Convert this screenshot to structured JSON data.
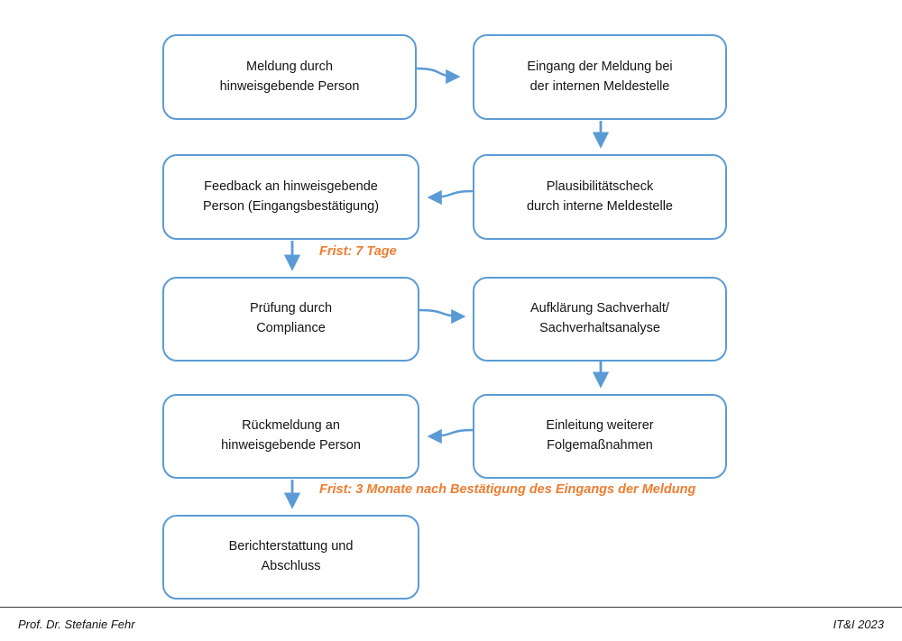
{
  "colors": {
    "box_border": "#5B9BD5",
    "arrow": "#5B9BD5",
    "annotation_orange": "#ED7D31",
    "text": "#141414"
  },
  "boxes": [
    {
      "name": "meldung",
      "text": "Meldung durch\nhinweisgebende Person"
    },
    {
      "name": "eingang",
      "text": "Eingang der Meldung bei\nder internen Meldestelle"
    },
    {
      "name": "feedback",
      "text": "Feedback an hinweisgebende\nPerson (Eingangsbestätigung)"
    },
    {
      "name": "plausibilitaetscheck",
      "text": "Plausibilitätscheck\ndurch interne Meldestelle"
    },
    {
      "name": "pruefung",
      "text": "Prüfung durch\nCompliance"
    },
    {
      "name": "aufklaerung",
      "text": "Aufklärung Sachverhalt/\nSachverhaltsanalyse"
    },
    {
      "name": "rueckmeldung",
      "text": "Rückmeldung an\nhinweisgebende Person"
    },
    {
      "name": "einleitung",
      "text": "Einleitung weiterer\nFolgemaßnahmen"
    },
    {
      "name": "berichterstattung",
      "text": "Berichterstattung und\nAbschluss"
    }
  ],
  "annotations": [
    {
      "text": "Frist: 7 Tage"
    },
    {
      "text": "Frist: 3 Monate nach Bestätigung des Eingangs der Meldung"
    }
  ],
  "footer": {
    "left": "Prof. Dr. Stefanie Fehr",
    "right": "IT&I 2023"
  }
}
